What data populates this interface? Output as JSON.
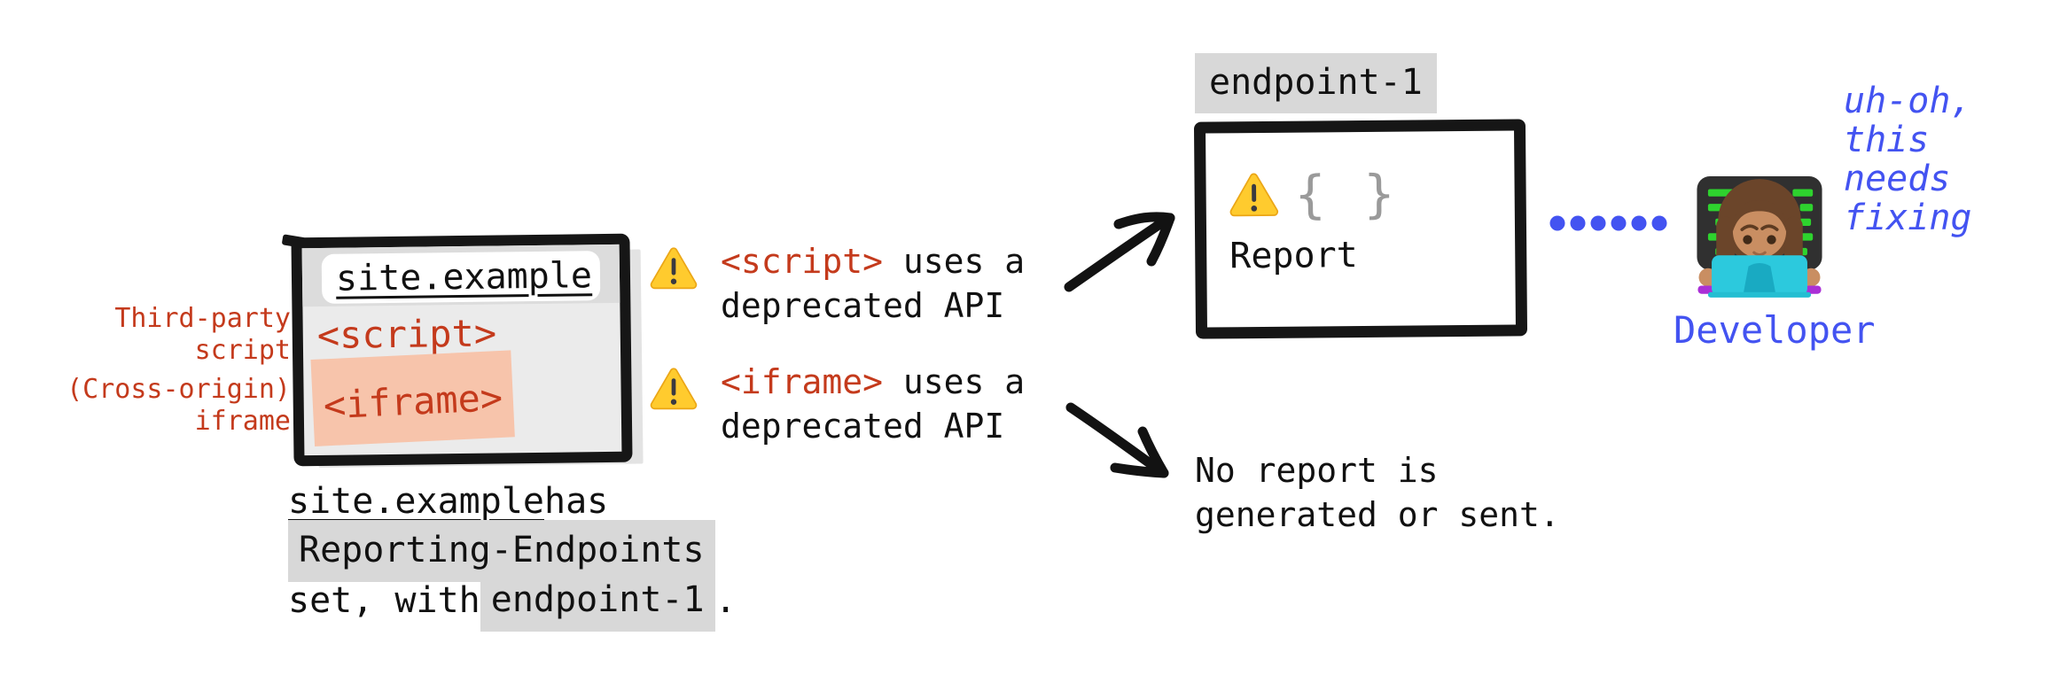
{
  "colors": {
    "accent_red": "#c43a1c",
    "accent_blue": "#4353f1",
    "iframe_highlight": "#f7c4ab",
    "code_highlight": "#d8d8d8",
    "sketch_ink": "#161616",
    "warning_yellow": "#ffcb2e"
  },
  "browser": {
    "url": "site.example",
    "script_tag": "<script>",
    "iframe_tag": "<iframe>",
    "label_third_party": "Third-party\nscript",
    "label_cross_origin": "(Cross-origin)\niframe"
  },
  "caption": {
    "site": "site.example",
    "after_site": " has",
    "header_name": "Reporting-Endpoints",
    "line3_prefix": "set, with ",
    "endpoint": "endpoint-1",
    "line3_suffix": " ."
  },
  "warnings": [
    {
      "icon": "warning-icon",
      "tag": "<script>",
      "rest": " uses a",
      "line2": "deprecated API"
    },
    {
      "icon": "warning-icon",
      "tag": "<iframe>",
      "rest": " uses a",
      "line2": "deprecated API"
    }
  ],
  "endpoint_box": {
    "label": "endpoint-1",
    "braces": "{ }",
    "report_label": "Report"
  },
  "no_report": {
    "line1": "No report is",
    "line2": "generated or sent."
  },
  "developer": {
    "speech_lines": [
      "uh-oh,",
      "this",
      "needs",
      "fixing"
    ],
    "label": "Developer",
    "emoji": "woman-technologist-emoji"
  }
}
